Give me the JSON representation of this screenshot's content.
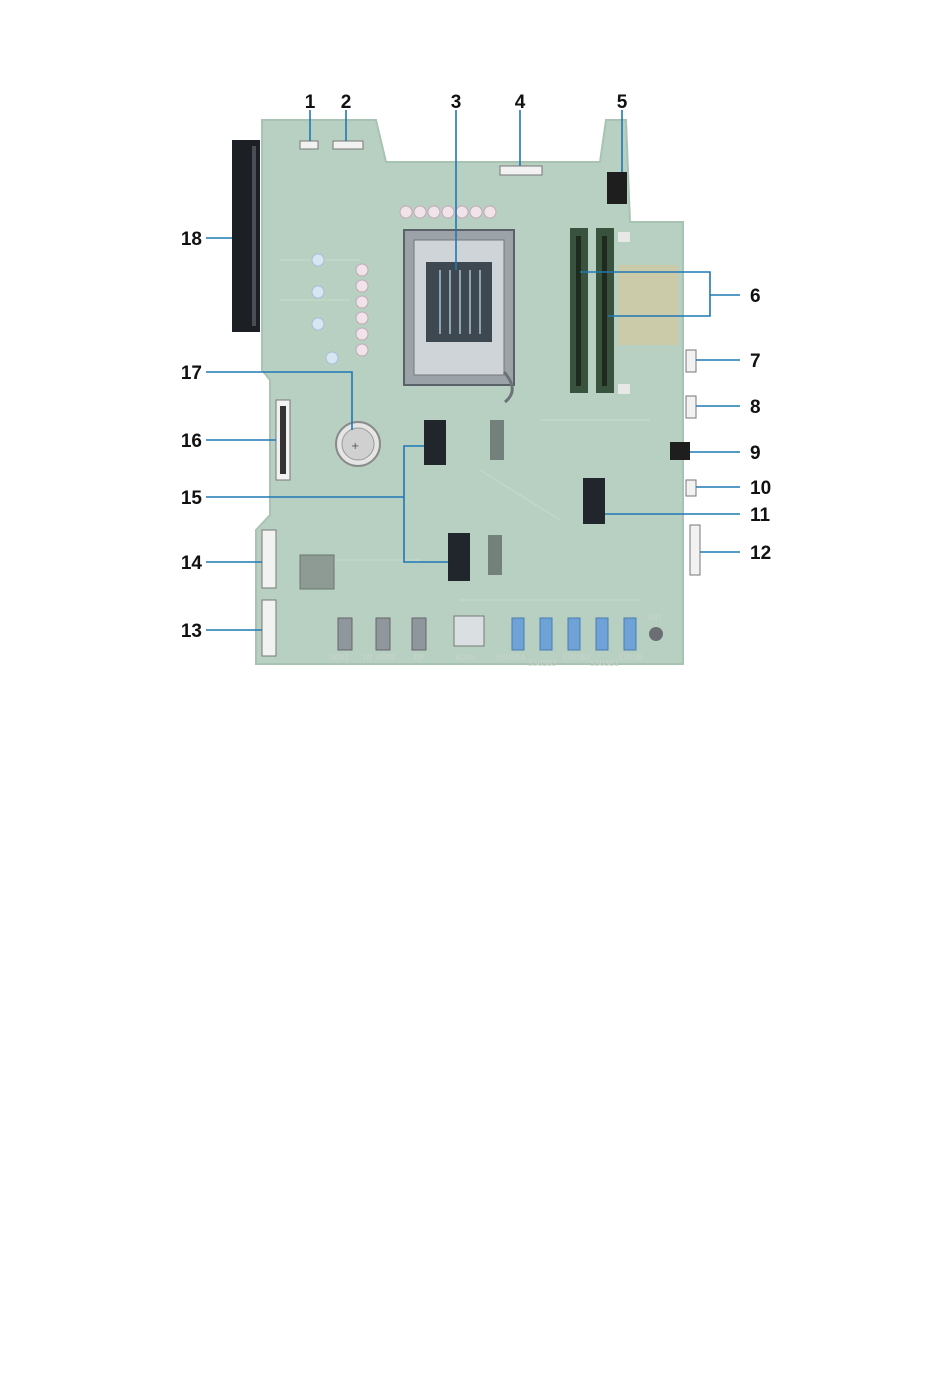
{
  "callouts": [
    {
      "id": "1",
      "label": "1"
    },
    {
      "id": "2",
      "label": "2"
    },
    {
      "id": "3",
      "label": "3"
    },
    {
      "id": "4",
      "label": "4"
    },
    {
      "id": "5",
      "label": "5"
    },
    {
      "id": "6",
      "label": "6"
    },
    {
      "id": "7",
      "label": "7"
    },
    {
      "id": "8",
      "label": "8"
    },
    {
      "id": "9",
      "label": "9"
    },
    {
      "id": "10",
      "label": "10"
    },
    {
      "id": "11",
      "label": "11"
    },
    {
      "id": "12",
      "label": "12"
    },
    {
      "id": "13",
      "label": "13"
    },
    {
      "id": "14",
      "label": "14"
    },
    {
      "id": "15",
      "label": "15"
    },
    {
      "id": "16",
      "label": "16"
    },
    {
      "id": "17",
      "label": "17"
    },
    {
      "id": "18",
      "label": "18"
    }
  ],
  "board_silkscreen": {
    "hdmi_out": "HDMI",
    "hdmi_in": "IN HDMI",
    "dp": "DP",
    "rj45": "RJ45",
    "usb_1": "SSUSB4",
    "usb_2": "SSUSB3",
    "usb_3": "SSUSB2",
    "usb_4": "SSUSB1",
    "usb_5": "SSUSB",
    "audio": "OUT"
  },
  "colors": {
    "board": "#b7cfbf",
    "leader": "#1f78b4",
    "label": "#111111"
  }
}
